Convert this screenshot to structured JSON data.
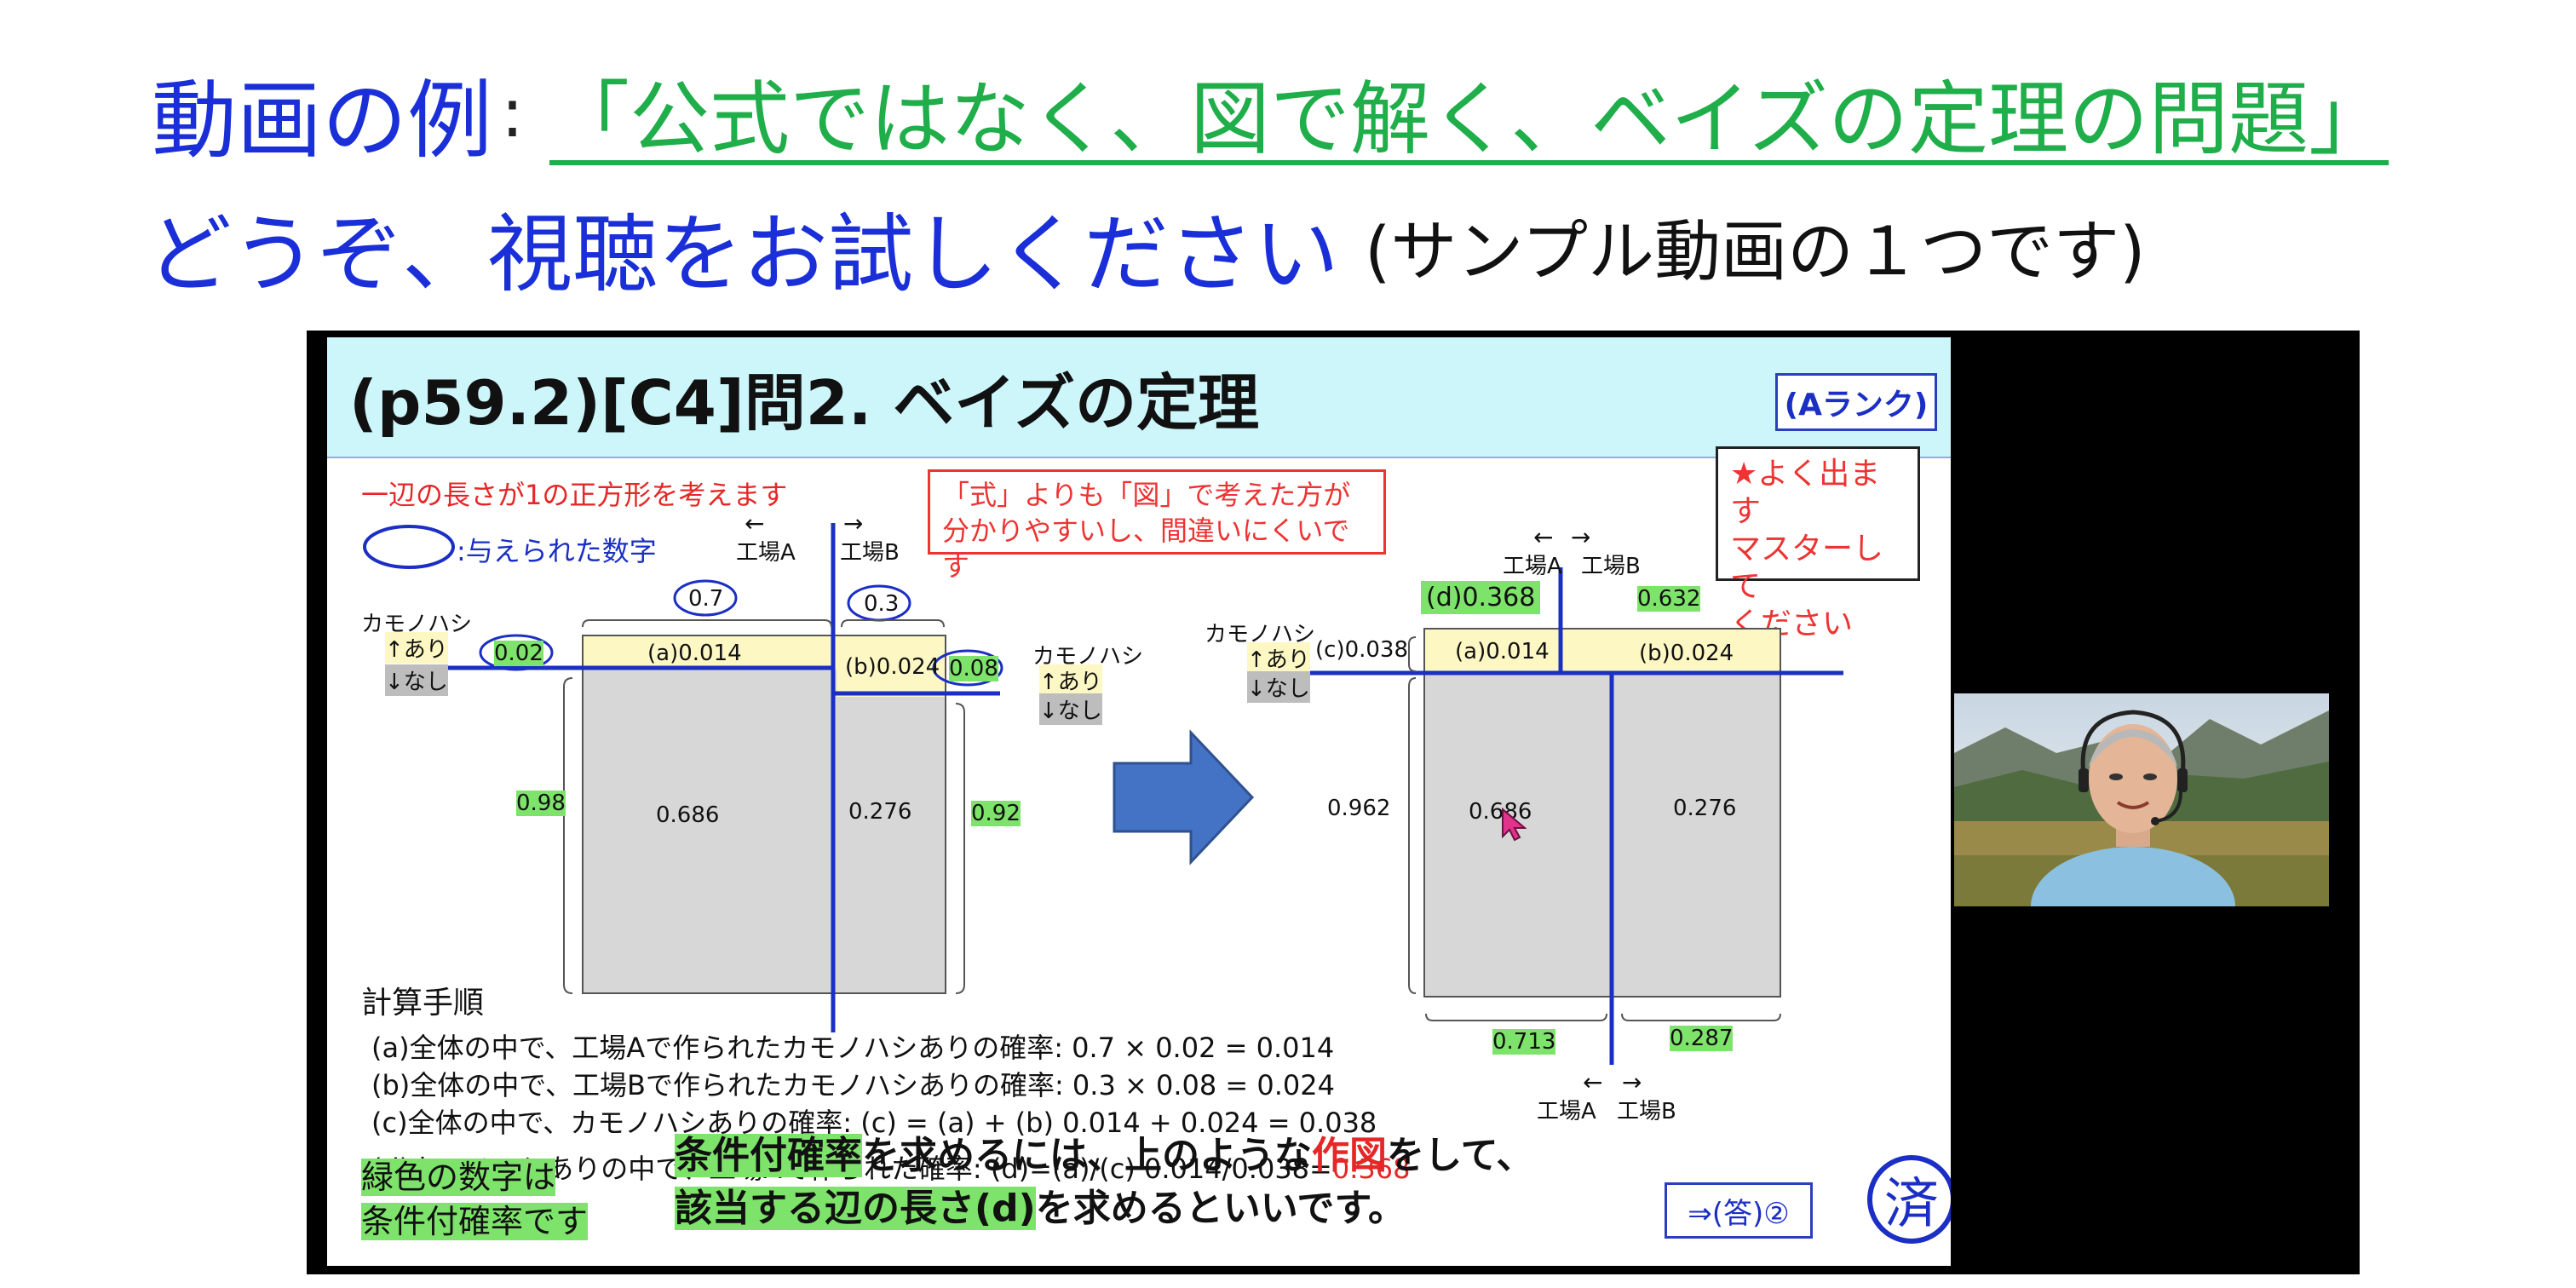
{
  "header": {
    "line1_prefix": "動画の例",
    "line1_colon": ":",
    "line1_link": "「公式ではなく、図で解く、ベイズの定理の問題」",
    "line2_main": "どうぞ、視聴をお試しください",
    "line2_paren": "(サンプル動画の１つです)"
  },
  "slide": {
    "title": "(p59.2)[C4]問2. ベイズの定理",
    "rank_badge": "(Aランク)",
    "intro_text": "一辺の長さが1の正方形を考えます",
    "legend_text": ":与えられた数字",
    "hint_line1": "「式」よりも「図」で考えた方が",
    "hint_line2": "分かりやすいし、間違いにくいです",
    "star_line1": "★よく出ます",
    "star_line2": "マスターして",
    "star_line3": "ください",
    "left_diagram": {
      "factory_a": "工場A",
      "factory_b": "工場B",
      "arrow_left": "←",
      "arrow_right": "→",
      "duck_label": "カモノハシ",
      "yes_label": "↑あり",
      "no_label": "↓なし",
      "top_a": "0.7",
      "top_b": "0.3",
      "left_yes": "0.02",
      "left_no": "0.98",
      "right_yes": "0.08",
      "right_no": "0.92",
      "cell_a": "(a)0.014",
      "cell_b": "(b)0.024",
      "cell_a_no": "0.686",
      "cell_b_no": "0.276"
    },
    "right_diagram": {
      "factory_a": "工場A",
      "factory_b": "工場B",
      "arrow_left": "←",
      "arrow_right": "→",
      "duck_label": "カモノハシ",
      "yes_label": "↑あり",
      "no_label": "↓なし",
      "d_value": "(d)0.368",
      "top_b": "0.632",
      "c_value": "(c)0.038",
      "left_no": "0.962",
      "cell_a": "(a)0.014",
      "cell_b": "(b)0.024",
      "cell_a_no": "0.686",
      "cell_b_no": "0.276",
      "bottom_a": "0.713",
      "bottom_b": "0.287"
    },
    "steps": {
      "heading": "計算手順",
      "a": "(a)全体の中で、工場Aで作られたカモノハシありの確率: 0.7 × 0.02 = 0.014",
      "b": "(b)全体の中で、工場Bで作られたカモノハシありの確率: 0.3 × 0.08 = 0.024",
      "c": "(c)全体の中で、カモノハシありの確率: (c) = (a) + (b)       0.014 + 0.024 = 0.038",
      "d_prefix": "(d)カモノハシありの中で、工場Aで作られた確率: (d)=(a)/(c)     0.014/0.038=",
      "d_result": "0.368"
    },
    "note_line1": "緑色の数字は",
    "note_line2": "条件付確率です",
    "msg_line1_hl": "条件付確率",
    "msg_line1_mid": "を求めるには、上のような",
    "msg_line1_red": "作図",
    "msg_line1_end": "をして、",
    "msg_line2_hl": "該当する辺の長さ(d)",
    "msg_line2_end": "を求めるといいです。",
    "answer_button": "⇒(答)②",
    "done_stamp": "済"
  },
  "colors": {
    "header_blue": "#1a2fd8",
    "link_green": "#1fae4a",
    "accent_red": "#e52727",
    "highlight_green": "#7ee36a",
    "title_band": "#cdf6fb",
    "line_blue": "#1b2fc4",
    "arrow_blue": "#4472c4"
  }
}
